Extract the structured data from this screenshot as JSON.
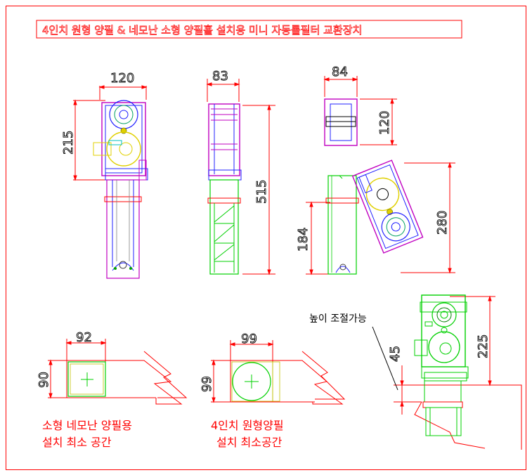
{
  "title": "4인치 원형 양필 & 네모난 소형 양필홀 설치용 미니 자동롤필터 교환장치",
  "colors": {
    "border": "#ff0000",
    "dimension": "#ff0000",
    "frame_magenta": "#c000c0",
    "frame_blue": "#2020ff",
    "frame_green": "#00d000",
    "frame_yellow": "#e0d000",
    "detail_grey": "#808080"
  },
  "front_view": {
    "width_dim": "120",
    "height_dim": "215"
  },
  "side_view": {
    "width_dim": "83",
    "height_dim": "515"
  },
  "top_view": {
    "width_dim": "84",
    "height_dim": "120"
  },
  "tilted_view": {
    "pipe_height_dim": "184",
    "unit_height_dim": "280"
  },
  "square_hole": {
    "width_dim": "92",
    "height_dim": "90",
    "caption_line1": "소형 네모난 양필용",
    "caption_line2": "설치 최소 공간"
  },
  "round_hole": {
    "width_dim": "99",
    "height_dim": "99",
    "caption_line1": "4인치 원형양필",
    "caption_line2": "설치 최소공간"
  },
  "installed_view": {
    "note": "높이 조절가능",
    "adjust_dim": "45",
    "height_dim": "225"
  }
}
